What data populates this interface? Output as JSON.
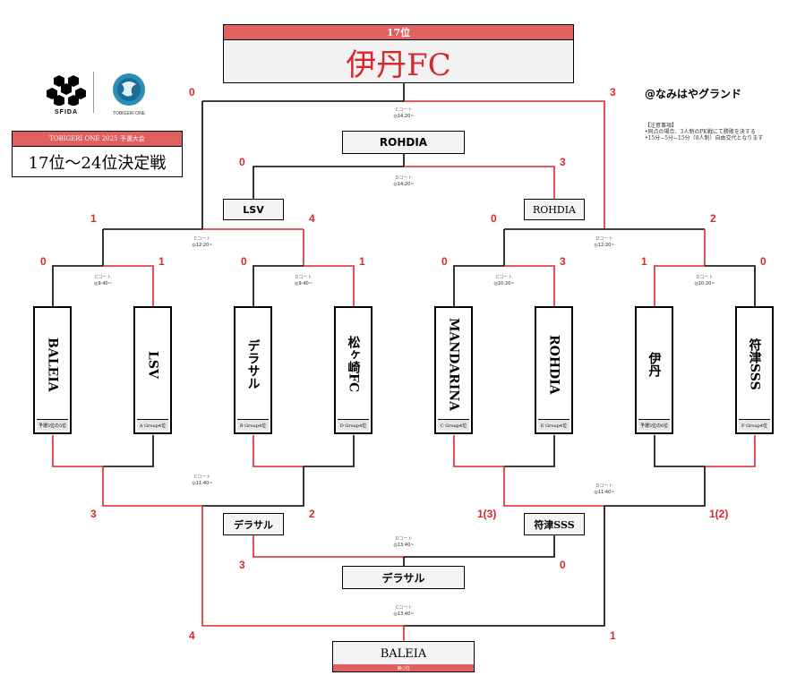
{
  "header": {
    "rank_label": "17位",
    "winner": "伊丹FC",
    "venue": "@なみはやグランド",
    "logos": {
      "sfida": "SFIDA",
      "tobigeri": "TOBIGERI ONE"
    }
  },
  "tournament": {
    "subtitle": "TOBIGERI ONE 2025 予選大会",
    "title": "17位〜24位決定戦"
  },
  "notes": {
    "heading": "【注意事項】",
    "line1": "•同点の場合、3人制のPK戦にて勝敗を決する",
    "line2": "•15分−5分−15分（8人制）自由交代となります"
  },
  "colors": {
    "win": "#d8282c",
    "loss": "#000000",
    "header_red": "#e06060"
  },
  "first_round": [
    {
      "name": "BALEIA",
      "seed": "予選5位の5位"
    },
    {
      "name": "LSV",
      "seed": "A Group4位"
    },
    {
      "name": "デラサル",
      "seed": "B Group4位"
    },
    {
      "name": "松ヶ崎FC",
      "seed": "D Group4位"
    },
    {
      "name": "MANDARINA",
      "seed": "C Group4位"
    },
    {
      "name": "ROHDIA",
      "seed": "E Group4位"
    },
    {
      "name": "伊丹",
      "seed": "予選5位の6位"
    },
    {
      "name": "符津SSS",
      "seed": "F Group4位"
    }
  ],
  "upper_boxes": {
    "final_winner_side": "ROHDIA",
    "semi_left": "LSV",
    "semi_right": "ROHDIA"
  },
  "lower_boxes": {
    "left": "デラサル",
    "right": "符津SSS",
    "mid": "デラサル",
    "bottom": "BALEIA",
    "bottom_tag": "第○位"
  },
  "scores": {
    "q1_left": "0",
    "q1_right": "1",
    "q2_left": "0",
    "q2_right": "1",
    "q3_left": "0",
    "q3_right": "3",
    "q4_left": "1",
    "q4_right": "0",
    "sf_left_l": "1",
    "sf_left_r": "4",
    "sf_right_l": "0",
    "sf_right_r": "2",
    "f_left": "0",
    "f_right": "3",
    "top_l": "0",
    "top_r": "3",
    "lb_left_l": "3",
    "lb_left_r": "2",
    "lb_right_l": "1(3)",
    "lb_right_r": "1(2)",
    "mid_l": "3",
    "mid_r": "0",
    "bot_l": "4",
    "bot_r": "1"
  },
  "courts": {
    "q1": {
      "court": "Cコート",
      "time": "◎9:40~"
    },
    "q2": {
      "court": "Dコート",
      "time": "◎9:40~"
    },
    "q3": {
      "court": "Cコート",
      "time": "◎10:20~"
    },
    "q4": {
      "court": "Dコート",
      "time": "◎10:20~"
    },
    "sf_left": {
      "court": "Cコート",
      "time": "◎12:20~"
    },
    "sf_right": {
      "court": "Dコート",
      "time": "◎12:20~"
    },
    "top": {
      "court": "Cコート",
      "time": "◎14:20~"
    },
    "final": {
      "court": "Dコート",
      "time": "◎14:20~"
    },
    "lb_left": {
      "court": "Cコート",
      "time": "◎11:40~"
    },
    "lb_right": {
      "court": "Dコート",
      "time": "◎11:40~"
    },
    "mid": {
      "court": "Dコート",
      "time": "◎13:40~"
    },
    "bottom": {
      "court": "Cコート",
      "time": "◎13:40~"
    }
  }
}
